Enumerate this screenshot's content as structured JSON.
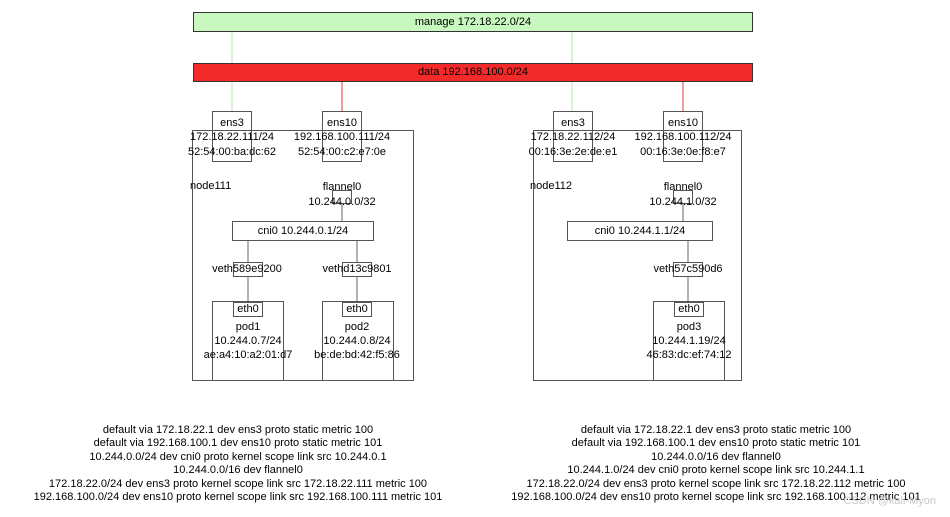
{
  "networks": {
    "manage": "manage 172.18.22.0/24",
    "data": "data 192.168.100.0/24"
  },
  "colors": {
    "manage_fill": "#c8f7c0",
    "data_fill": "#f22a2a",
    "manage_link": "#b9e6b0",
    "data_link": "#e03a3a"
  },
  "node111": {
    "name": "node111",
    "ens3": {
      "name": "ens3",
      "ip": "172.18.22.111/24",
      "mac": "52:54:00:ba:dc:62"
    },
    "ens10": {
      "name": "ens10",
      "ip": "192.168.100.111/24",
      "mac": "52:54:00:c2:e7:0e"
    },
    "flannel": {
      "name": "flannel0",
      "ip": "10.244.0.0/32"
    },
    "cni": "cni0 10.244.0.1/24",
    "veths": [
      "veth589e9200",
      "vethd13c9801"
    ],
    "pods": [
      {
        "eth": "eth0",
        "name": "pod1",
        "ip": "10.244.0.7/24",
        "mac": "ae:a4:10:a2:01:d7"
      },
      {
        "eth": "eth0",
        "name": "pod2",
        "ip": "10.244.0.8/24",
        "mac": "be:de:bd:42:f5:86"
      }
    ],
    "routes": [
      "default via 172.18.22.1 dev ens3 proto static metric 100",
      "default via 192.168.100.1 dev ens10 proto static metric 101",
      "10.244.0.0/24 dev cni0 proto kernel scope link src 10.244.0.1",
      "10.244.0.0/16 dev flannel0",
      "172.18.22.0/24 dev ens3 proto kernel scope link src 172.18.22.111 metric 100",
      "192.168.100.0/24 dev ens10 proto kernel scope link src 192.168.100.111 metric 101"
    ]
  },
  "node112": {
    "name": "node112",
    "ens3": {
      "name": "ens3",
      "ip": "172.18.22.112/24",
      "mac": "00:16:3e:2e:de:e1"
    },
    "ens10": {
      "name": "ens10",
      "ip": "192.168.100.112/24",
      "mac": "00:16:3e:0e:f8:e7"
    },
    "flannel": {
      "name": "flannel0",
      "ip": "10.244.1.0/32"
    },
    "cni": "cni0 10.244.1.1/24",
    "veths": [
      "veth57c590d6"
    ],
    "pods": [
      {
        "eth": "eth0",
        "name": "pod3",
        "ip": "10.244.1.19/24",
        "mac": "46:83:dc:ef:74:12"
      }
    ],
    "routes": [
      "default via 172.18.22.1 dev ens3 proto static metric 100",
      "default via 192.168.100.1 dev ens10 proto static metric 101",
      "10.244.0.0/16 dev flannel0",
      "10.244.1.0/24 dev cni0 proto kernel scope link src 10.244.1.1",
      "172.18.22.0/24 dev ens3 proto kernel scope link src 172.18.22.112 metric 100",
      "192.168.100.0/24 dev ens10 proto kernel scope link src 192.168.100.112 metric 101"
    ]
  },
  "watermark": "CSDN @kali-Myon"
}
